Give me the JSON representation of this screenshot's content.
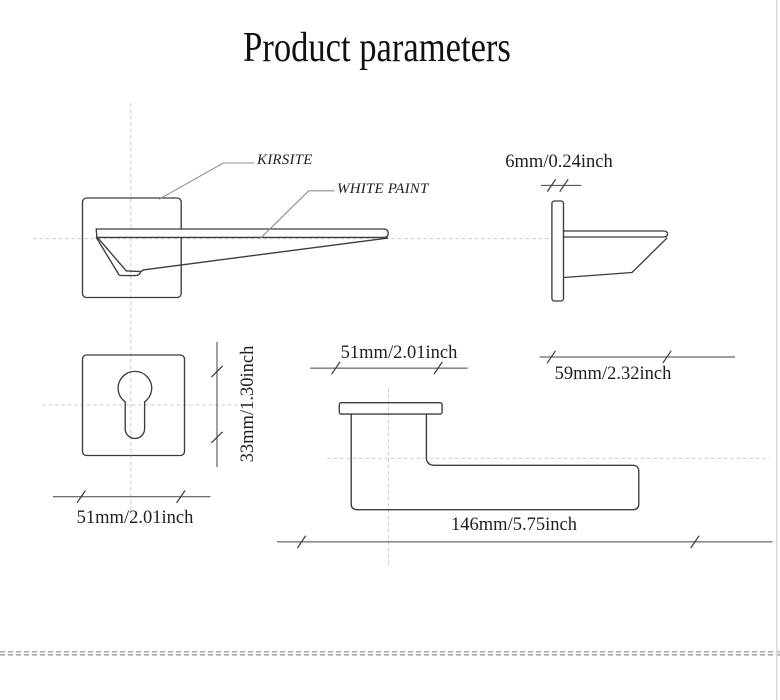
{
  "title": "Product parameters",
  "material_labels": {
    "rose": "KIRSITE",
    "lever": "WHITE PAINT"
  },
  "dimensions": {
    "rose_thickness": "6mm/0.24inch",
    "handle_projection": "59mm/2.32inch",
    "rose_width_plan": "51mm/2.01inch",
    "overall_length": "146mm/5.75inch",
    "rose_width": "51mm/2.01inch",
    "rose_height": "33mm/1.30inch"
  },
  "colors": {
    "bg": "#ffffff",
    "line": "#3c3c3c",
    "dim": "#404040",
    "leader": "#8f8f8f",
    "centerline": "#cccccc",
    "border_dash": "#9a9a9a",
    "edge": "#d9d9d9",
    "text": "#1f1f1f"
  }
}
